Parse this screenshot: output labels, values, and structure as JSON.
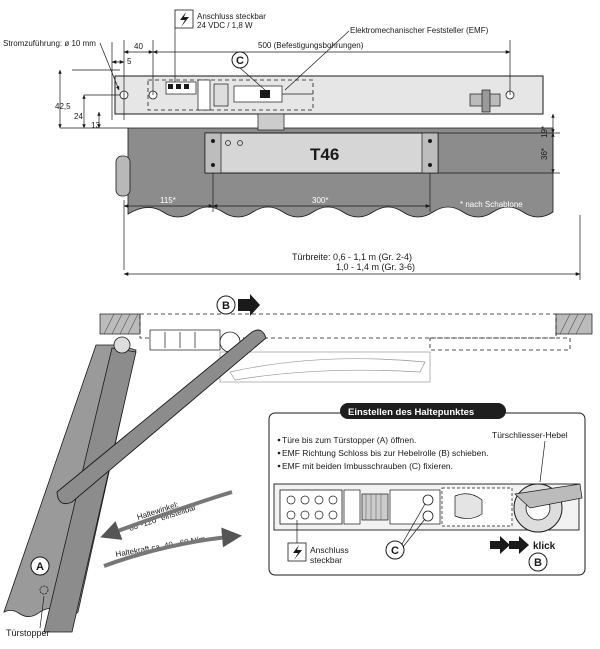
{
  "top_view": {
    "power_feed_label": "Stromzuführung: ø 10 mm",
    "connector_label_line1": "Anschluss steckbar",
    "connector_label_line2": "24 VDC / 1,8 W",
    "emf_label": "Elektromechanischer Feststeller (EMF)",
    "dim_5": "5",
    "dim_40": "40",
    "dim_500": "500 (Befestigungsbohrungen)",
    "dim_42_5": "42,5",
    "dim_24": "24",
    "dim_13": "13",
    "dim_19": "19*",
    "dim_36": "36*",
    "dim_115": "115*",
    "dim_300": "300*",
    "closer_model": "T46",
    "template_note": "* nach Schablone",
    "door_width_line1": "Türbreite: 0,6 - 1,1 m (Gr. 2-4)",
    "door_width_line2": "1,0 - 1,4 m (Gr. 3-6)",
    "marker_c": "C"
  },
  "plan_view": {
    "marker_b": "B",
    "marker_a": "A",
    "hold_angle_line1": "Haltewinkel:",
    "hold_angle_line2": "80°-120° einstellbar",
    "hold_force": "Haltekraft ca. 40 - 60 N/m",
    "door_stop": "Türstopper"
  },
  "inset": {
    "title": "Einstellen des Haltepunktes",
    "steps": [
      "Türe bis zum Türstopper (A) öffnen.",
      "EMF Richtung Schloss bis zur Hebelrolle (B) schieben.",
      "EMF mit beiden Imbusschrauben (C) fixieren."
    ],
    "lever_label": "Türschliesser-Hebel",
    "connector_line1": "Anschluss",
    "connector_line2": "steckbar",
    "click_label": "klick",
    "marker_c": "C",
    "marker_b": "B"
  },
  "colors": {
    "door_gray": "#8c8c8c",
    "rail_gray": "#e6e6e6",
    "dark": "#1a1a1a",
    "title_bar": "#1e1e1e"
  }
}
